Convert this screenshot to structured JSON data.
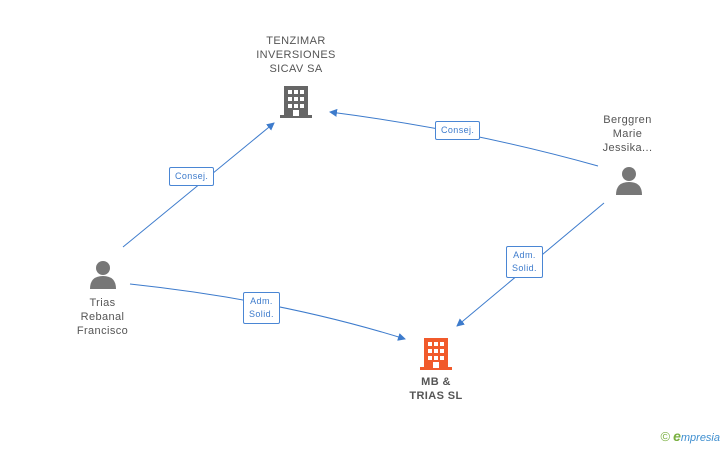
{
  "nodes": {
    "tenzimar": {
      "lines": [
        "TENZIMAR",
        "INVERSIONES",
        "SICAV SA"
      ],
      "type": "company",
      "color": "#666666"
    },
    "berggren": {
      "lines": [
        "Berggren",
        "Marie",
        "Jessika..."
      ],
      "type": "person",
      "color": "#777777"
    },
    "trias": {
      "lines": [
        "Trias",
        "Rebanal",
        "Francisco"
      ],
      "type": "person",
      "color": "#777777"
    },
    "mbtrias": {
      "lines": [
        "MB &",
        "TRIAS SL"
      ],
      "type": "company",
      "color": "#f15a2b"
    }
  },
  "edges": {
    "trias_tenzimar": {
      "lines": [
        "Consej."
      ]
    },
    "berggren_tenzimar": {
      "lines": [
        "Consej."
      ]
    },
    "berggren_mbtrias": {
      "lines": [
        "Adm.",
        "Solid."
      ]
    },
    "trias_mbtrias": {
      "lines": [
        "Adm.",
        "Solid."
      ]
    }
  },
  "colors": {
    "edge": "#3d7bcc"
  },
  "brand": {
    "copyright": "©",
    "name_initial": "e",
    "name_rest": "mpresia"
  }
}
